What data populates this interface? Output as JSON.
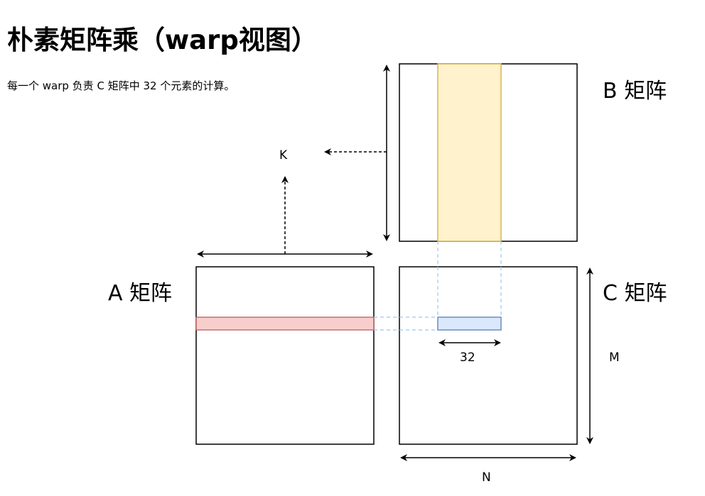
{
  "title": "朴素矩阵乘（warp视图）",
  "description": "每一个 warp 负责 C 矩阵中 32 个元素的计算。",
  "labels": {
    "matrix_a": "A 矩阵",
    "matrix_b": "B 矩阵",
    "matrix_c": "C 矩阵",
    "k": "K",
    "m": "M",
    "n": "N",
    "warp_width": "32"
  },
  "colors": {
    "a_row_fill": "#f8cecc",
    "a_row_stroke": "#b85450",
    "b_col_fill": "#fff2cc",
    "b_col_stroke": "#d6b656",
    "c_tile_fill": "#dae8fc",
    "c_tile_stroke": "#6c8ebf",
    "guide_line": "#99c7f5"
  }
}
